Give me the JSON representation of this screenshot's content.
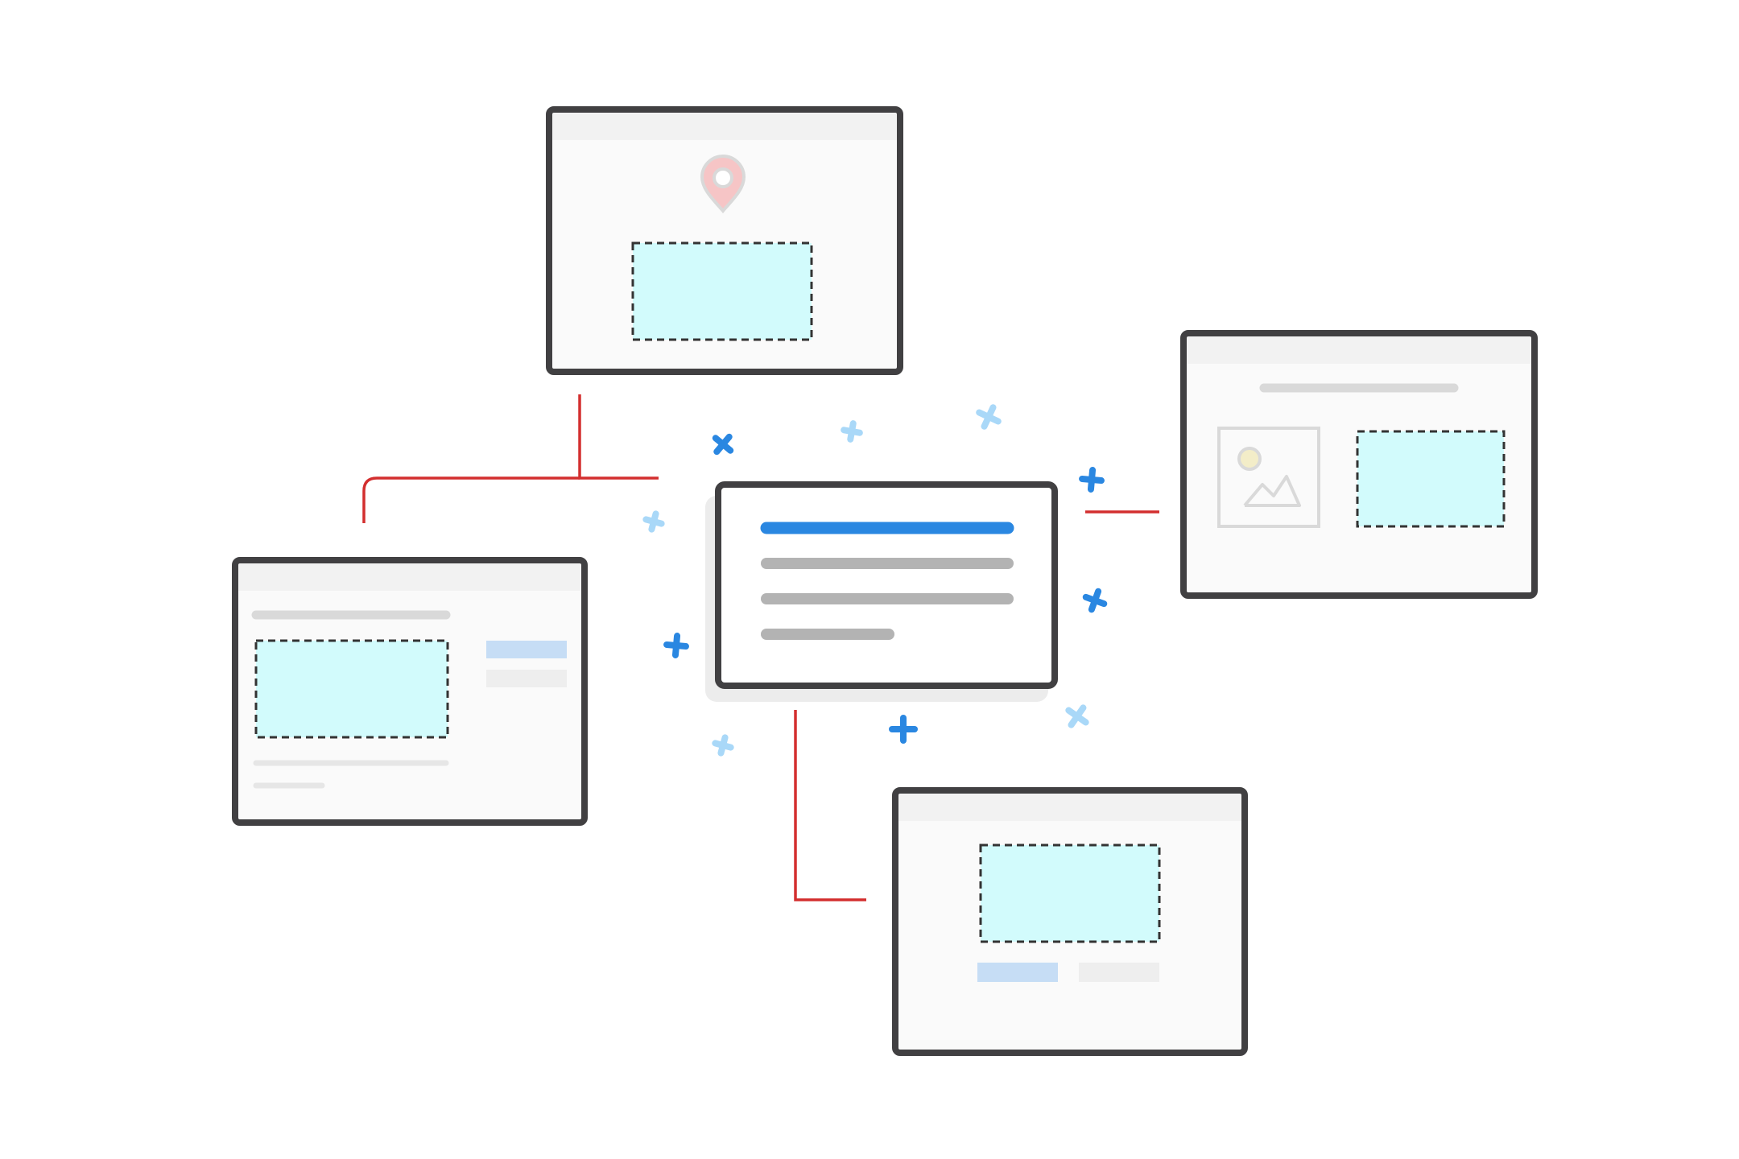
{
  "colors": {
    "background": "#ffffff",
    "frame_border": "#414042",
    "frame_fill": "#fafafa",
    "title_bar": "#f2f2f2",
    "placeholder_fill": "#d2fbfc",
    "placeholder_border": "#333333",
    "connector": "#d32f2f",
    "accent_blue": "#2a87e1",
    "light_blue": "#a9d8f8",
    "text_line_gray": "#b3b3b3",
    "light_gray": "#d9d9d9",
    "button_blue": "#c6ddf5",
    "button_gray": "#eeeeee",
    "pin_fill": "#f6c5c6",
    "pin_stroke": "#d9d9d9",
    "sun_fill": "#f3edc8"
  },
  "icons": {
    "pin": "location-pin-icon",
    "image": "image-placeholder-icon",
    "sparkle": "plus-sparkle-icon"
  },
  "diagram": {
    "center_card": {
      "highlighted_lines": 1,
      "gray_lines": 3
    },
    "frames": [
      {
        "id": "top",
        "contains": [
          "location-pin-icon",
          "dashed-placeholder"
        ]
      },
      {
        "id": "right",
        "contains": [
          "heading-line",
          "image-placeholder-icon",
          "dashed-placeholder"
        ]
      },
      {
        "id": "left",
        "contains": [
          "heading-line",
          "dashed-placeholder",
          "button-primary",
          "button-secondary",
          "text-lines"
        ]
      },
      {
        "id": "bottom",
        "contains": [
          "dashed-placeholder",
          "button-primary",
          "button-secondary"
        ]
      }
    ],
    "connections": [
      [
        "center",
        "top"
      ],
      [
        "center",
        "left"
      ],
      [
        "center",
        "right"
      ],
      [
        "center",
        "bottom"
      ]
    ]
  }
}
